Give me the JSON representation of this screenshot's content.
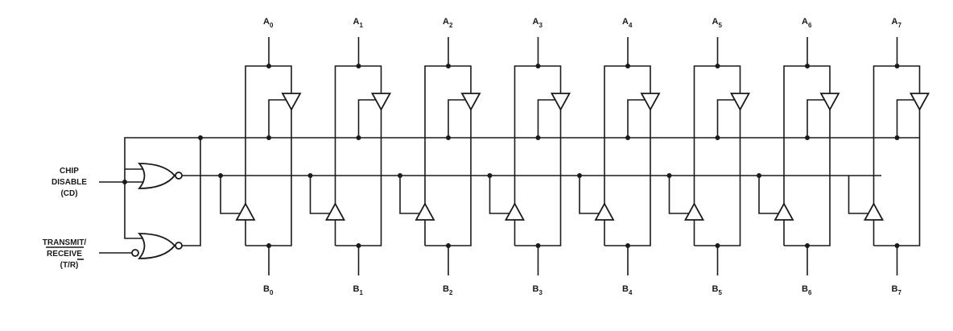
{
  "controls": {
    "chip_disable": [
      "CHIP",
      "DISABLE",
      "(CD)"
    ],
    "transmit_receive": [
      "TRANSMIT/",
      "RECEIVE",
      "(T/R)"
    ]
  },
  "channels": [
    {
      "a": "A",
      "a_sub": "0",
      "b": "B",
      "b_sub": "0"
    },
    {
      "a": "A",
      "a_sub": "1",
      "b": "B",
      "b_sub": "1"
    },
    {
      "a": "A",
      "a_sub": "2",
      "b": "B",
      "b_sub": "2"
    },
    {
      "a": "A",
      "a_sub": "3",
      "b": "B",
      "b_sub": "3"
    },
    {
      "a": "A",
      "a_sub": "4",
      "b": "B",
      "b_sub": "4"
    },
    {
      "a": "A",
      "a_sub": "5",
      "b": "B",
      "b_sub": "5"
    },
    {
      "a": "A",
      "a_sub": "6",
      "b": "B",
      "b_sub": "6"
    },
    {
      "a": "A",
      "a_sub": "7",
      "b": "B",
      "b_sub": "7"
    }
  ]
}
